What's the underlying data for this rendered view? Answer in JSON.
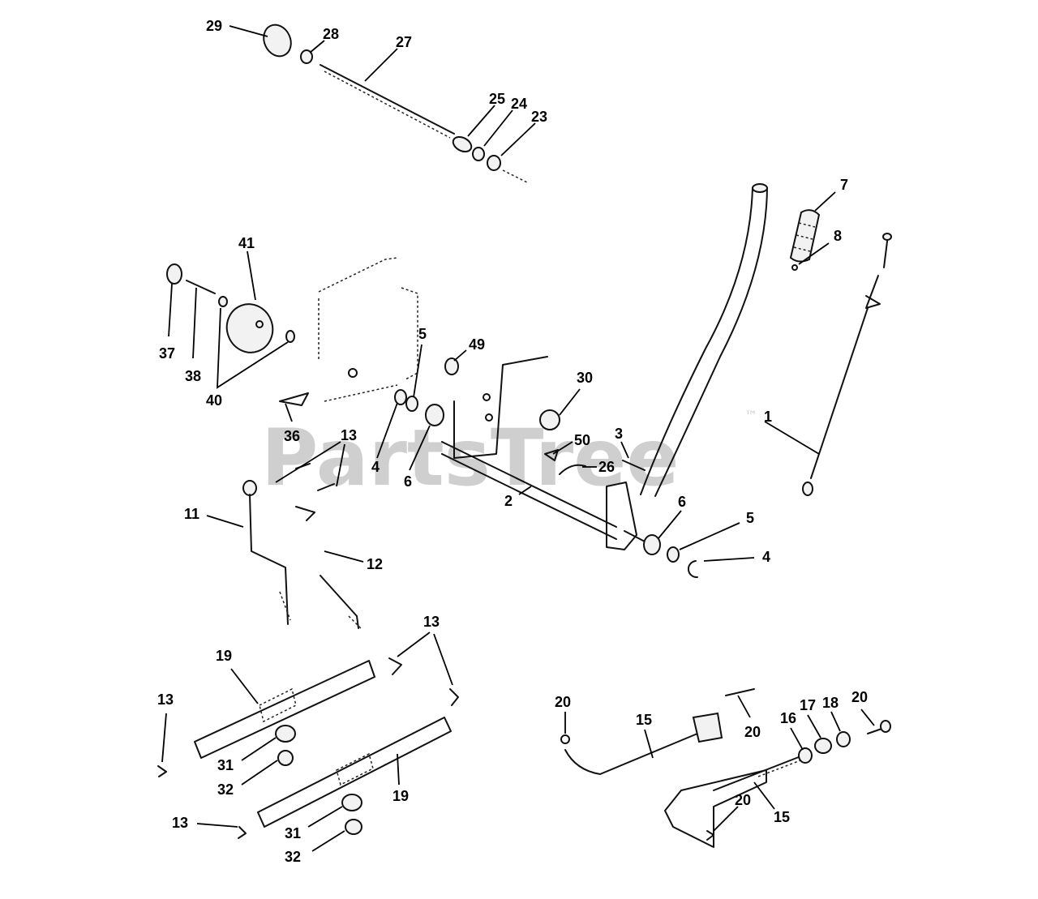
{
  "watermark": {
    "text": "PartsTree",
    "mark": "™",
    "color": "#cfcfcf"
  },
  "callouts": {
    "c1": "1",
    "c2": "2",
    "c3": "3",
    "c4a": "4",
    "c4b": "4",
    "c5a": "5",
    "c5b": "5",
    "c6a": "6",
    "c6b": "6",
    "c7": "7",
    "c8": "8",
    "c11": "11",
    "c12": "12",
    "c13a": "13",
    "c13b": "13",
    "c13c": "13",
    "c13d": "13",
    "c15a": "15",
    "c15b": "15",
    "c16": "16",
    "c17": "17",
    "c18": "18",
    "c19a": "19",
    "c19b": "19",
    "c20a": "20",
    "c20b": "20",
    "c20c": "20",
    "c20d": "20",
    "c23": "23",
    "c24": "24",
    "c25": "25",
    "c26": "26",
    "c27": "27",
    "c28": "28",
    "c29": "29",
    "c30": "30",
    "c31a": "31",
    "c31b": "31",
    "c32a": "32",
    "c32b": "32",
    "c36": "36",
    "c37": "37",
    "c38": "38",
    "c40": "40",
    "c41": "41",
    "c49": "49",
    "c50": "50"
  }
}
